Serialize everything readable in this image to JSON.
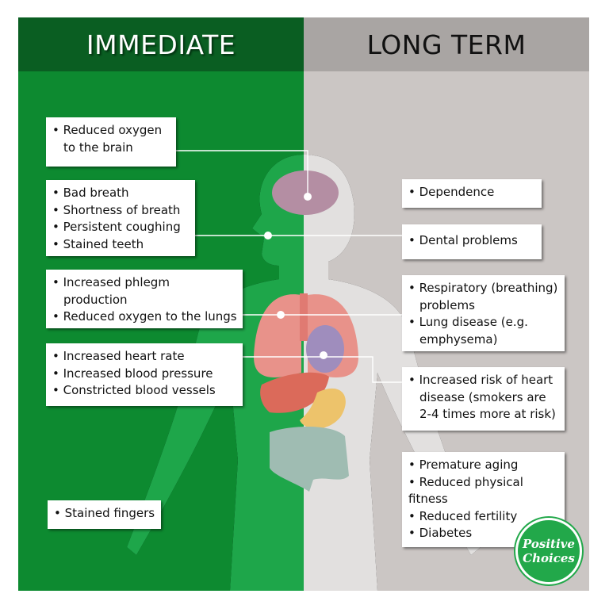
{
  "headers": {
    "left": "IMMEDIATE",
    "right": "LONG TERM"
  },
  "immediate": {
    "brain": [
      "• Reduced oxygen",
      "to the brain"
    ],
    "mouth": [
      "• Bad breath",
      "• Shortness of breath",
      "• Persistent coughing",
      "• Stained teeth"
    ],
    "lungs": [
      "• Increased phlegm",
      "production",
      "• Reduced oxygen to the lungs"
    ],
    "heart": [
      "• Increased heart rate",
      "• Increased blood pressure",
      "• Constricted blood vessels"
    ],
    "fingers": [
      "• Stained fingers"
    ]
  },
  "long_term": {
    "dependence": [
      "• Dependence"
    ],
    "dental": [
      "• Dental problems"
    ],
    "respiratory": [
      "• Respiratory (breathing)",
      "problems",
      "• Lung disease (e.g.",
      "emphysema)"
    ],
    "heart": [
      "• Increased risk of heart",
      "disease (smokers are",
      "2-4 times more at risk)"
    ],
    "other": [
      "• Premature aging",
      "• Reduced physical",
      "fitness",
      "• Reduced fertility",
      "• Diabetes"
    ]
  },
  "logo": {
    "line1": "Positive",
    "line2": "Choices"
  },
  "colors": {
    "dark_green": "#0a5e22",
    "green": "#0d8a30",
    "gray": "#cbc6c4",
    "gray_header": "#a9a5a3"
  }
}
